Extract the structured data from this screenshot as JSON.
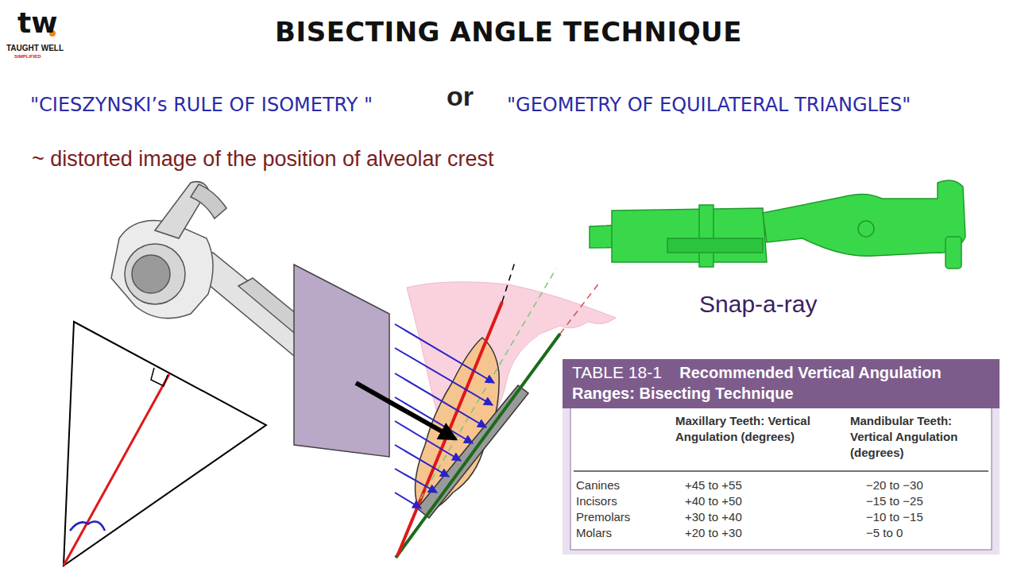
{
  "diagram": {
    "title": "BISECTING ANGLE TECHNIQUE",
    "nodes": [
      {
        "text": [
          "TABLE 18-1",
          "Recommended Vertical Angulation Ranges: Bisecting Technique"
        ]
      }
    ],
    "labels": [
      "tw",
      "TAUGHT WELL",
      "SIMPLIFIED",
      "\"CIESZYNSKI’s RULE OF ISOMETRY \"",
      "or",
      "\"GEOMETRY OF EQUILATERAL TRIANGLES\"",
      "~ distorted image of the position of alveolar crest",
      "Snap-a-ray",
      "Maxillary Teeth: Vertical Angulation (degrees)",
      "Mandibular Teeth: Vertical Angulation (degrees)",
      "Canines",
      "+45 to +55",
      "−20 to −30",
      "Incisors",
      "+40 to +50",
      "−15 to −25",
      "Premolars",
      "+30 to +40",
      "−10 to −15",
      "Molars",
      "+20 to +30",
      "−5 to 0"
    ]
  }
}
